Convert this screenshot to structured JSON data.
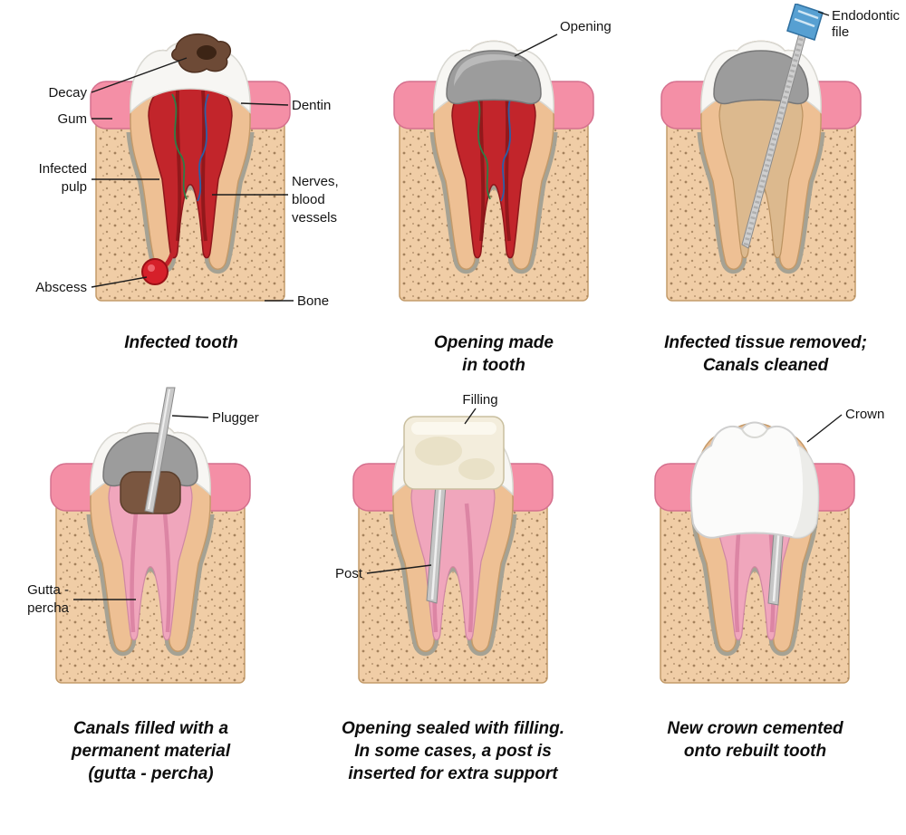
{
  "panels": [
    {
      "caption_lines": [
        "Infected tooth"
      ],
      "labels": {
        "decay": {
          "lines": [
            "Decay"
          ]
        },
        "gum": {
          "lines": [
            "Gum"
          ]
        },
        "infected_pulp": {
          "lines": [
            "Infected",
            "pulp"
          ]
        },
        "abscess": {
          "lines": [
            "Abscess"
          ]
        },
        "dentin": {
          "lines": [
            "Dentin"
          ]
        },
        "nerves": {
          "lines": [
            "Nerves,",
            "blood",
            "vessels"
          ]
        },
        "bone": {
          "lines": [
            "Bone"
          ]
        }
      }
    },
    {
      "caption_lines": [
        "Opening made",
        "in tooth"
      ],
      "labels": {
        "opening": {
          "lines": [
            "Opening"
          ]
        }
      }
    },
    {
      "caption_lines": [
        "Infected tissue removed;",
        "Canals cleaned"
      ],
      "labels": {
        "endodontic_file": {
          "lines": [
            "Endodontic",
            "file"
          ]
        }
      }
    },
    {
      "caption_lines": [
        "Canals filled with a",
        "permanent material",
        "(gutta - percha)"
      ],
      "labels": {
        "plugger": {
          "lines": [
            "Plugger"
          ]
        },
        "gutta_percha": {
          "lines": [
            "Gutta -",
            "percha"
          ]
        }
      }
    },
    {
      "caption_lines": [
        "Opening sealed with filling.",
        "In some cases, a post is",
        "inserted for extra support"
      ],
      "labels": {
        "filling": {
          "lines": [
            "Filling"
          ]
        },
        "post": {
          "lines": [
            "Post"
          ]
        }
      }
    },
    {
      "caption_lines": [
        "New crown cemented",
        "onto rebuilt tooth"
      ],
      "labels": {
        "crown": {
          "lines": [
            "Crown"
          ]
        }
      }
    }
  ],
  "colors": {
    "bone": "#f0cda6",
    "gum": "#f48fa6",
    "enamel": "#f7f6f3",
    "dentin": "#eec094",
    "infected_pulp": "#c2252b",
    "decay": "#6d4a36",
    "abscess": "#d6202a",
    "opening": "#9c9c9c",
    "file_handle": "#57a0d2",
    "gutta_percha": "#f0a6bc",
    "filling": "#f3eddc",
    "metal": "#c6c6c6",
    "crown": "#fbfbfa",
    "ligament": "#a5a294"
  }
}
